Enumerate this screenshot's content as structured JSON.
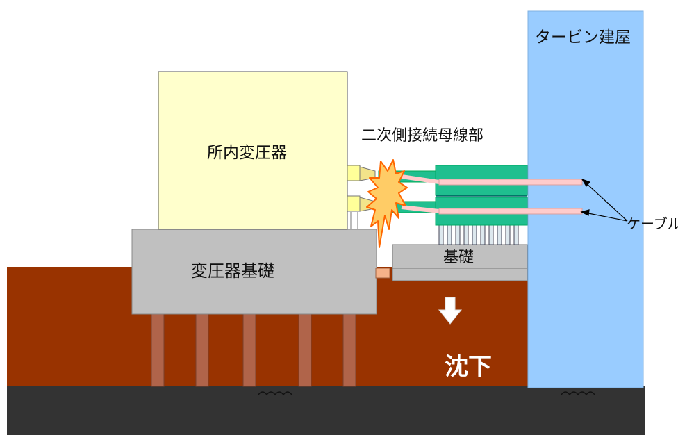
{
  "labels": {
    "turbine_building": "タービン建屋",
    "house_transformer": "所内変圧器",
    "secondary_bus_connection": "二次側接続母線部",
    "foundation": "基礎",
    "transformer_foundation": "変圧器基礎",
    "cable": "ケーブル",
    "settlement": "沈下"
  },
  "colors": {
    "soil": "#993300",
    "bedrock": "#333333",
    "turbine_building": "#99ccff",
    "transformer_body": "#ffffcc",
    "foundation": "#c0c0c0",
    "bus_duct": "#1fbf8f",
    "cable": "#ffcccc",
    "pile": "#b0644a",
    "spark": "#ff6600",
    "settle_arrow": "#ffffff"
  }
}
